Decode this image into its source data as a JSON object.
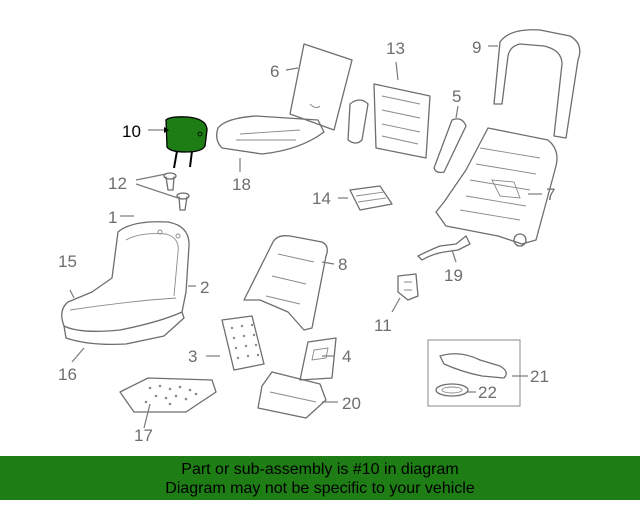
{
  "banner": {
    "line1": "Part or sub-assembly is #10 in diagram",
    "line2": "Diagram may not be specific to your vehicle",
    "color": "#1e7d14"
  },
  "highlight_color": "#1e7d14",
  "callouts": {
    "c1": "1",
    "c2": "2",
    "c3": "3",
    "c4": "4",
    "c5": "5",
    "c6": "6",
    "c7": "7",
    "c8": "8",
    "c9": "9",
    "c10": "10",
    "c11": "11",
    "c12": "12",
    "c13": "13",
    "c14": "14",
    "c15": "15",
    "c16": "16",
    "c17": "17",
    "c18": "18",
    "c19": "19",
    "c20": "20",
    "c21": "21",
    "c22": "22"
  }
}
